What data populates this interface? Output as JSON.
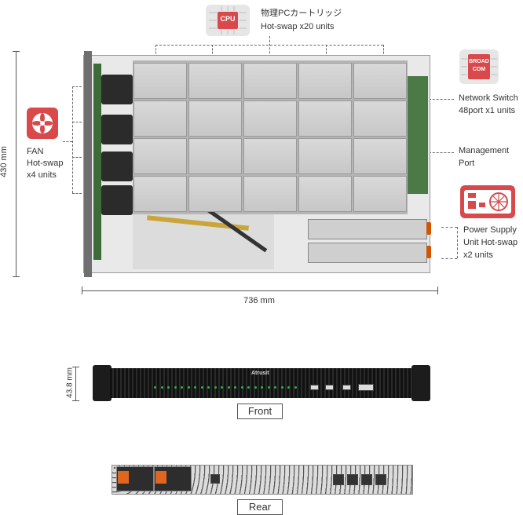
{
  "labels": {
    "cpu_title": "物理PCカートリッジ",
    "cpu_sub": "Hot-swap x20 units",
    "switch_title": "Network Switch",
    "switch_sub": "48port x1 units",
    "mgmt_title": "Management",
    "mgmt_sub": "Port",
    "psu_l1": "Power Supply",
    "psu_l2": "Unit Hot-swap",
    "psu_l3": "x2 units",
    "fan_l1": "FAN",
    "fan_l2": "Hot-swap",
    "fan_l3": "x4 units"
  },
  "icons": {
    "cpu_text": "CPU",
    "broadcom_l1": "BROAD",
    "broadcom_l2": "COM",
    "cpu_icon": "cpu-chip-icon",
    "broadcom_icon": "broadcom-chip-icon",
    "fan_icon": "fan-icon",
    "psu_icon": "power-supply-icon"
  },
  "dimensions": {
    "height": "430 mm",
    "width": "736 mm",
    "front_height": "43.8 mm"
  },
  "captions": {
    "front": "Front",
    "rear": "Rear"
  },
  "front_panel": {
    "brand": "Atrusit"
  },
  "colors": {
    "accent_red": "#d9494b",
    "icon_grey": "#d9d9d9"
  }
}
